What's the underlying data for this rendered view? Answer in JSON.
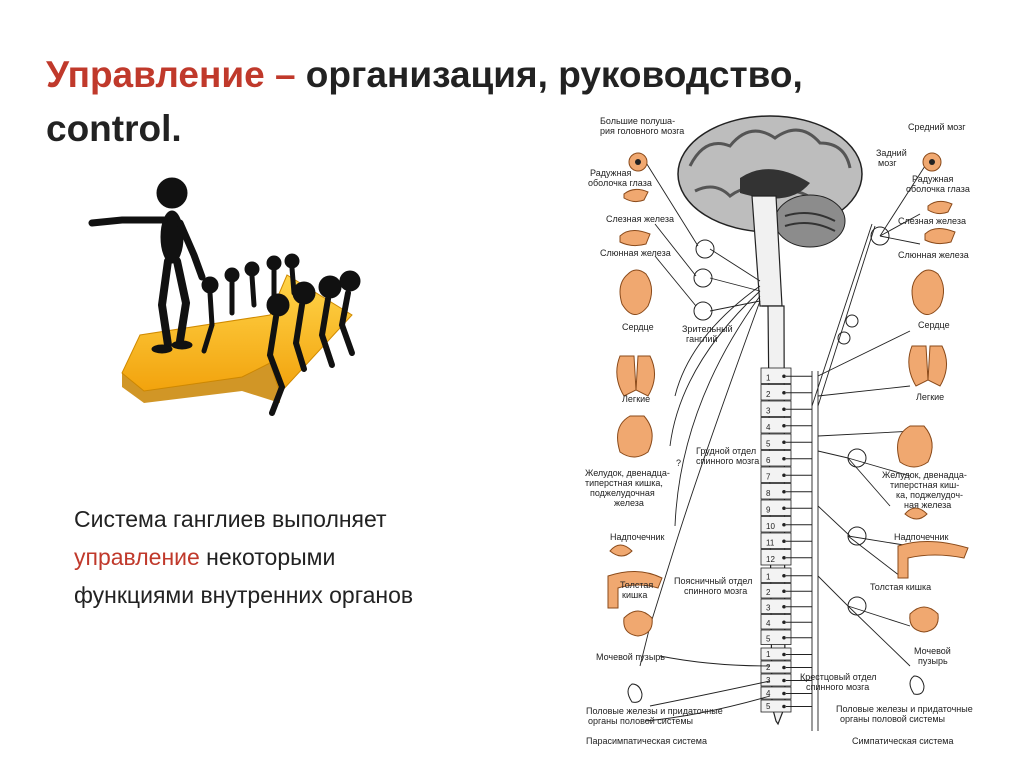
{
  "title": {
    "accent": "Управление –",
    "rest": " организация, руководство, control."
  },
  "caption": {
    "line1": "Система ганглиев выполняет",
    "accent": "управление",
    "line2_rest": " некоторыми",
    "line3": "функциями внутренних органов"
  },
  "diagram": {
    "left_labels": {
      "hemispheres": "Большие полуша-",
      "hemispheres2": "рия головного мозга",
      "iris": "Радужная",
      "iris2": "оболочка глаза",
      "lacrimal": "Слезная железа",
      "salivary": "Слюнная железа",
      "heart": "Сердце",
      "ciliary": "Зрительный",
      "ciliary2": "ганглий",
      "lungs": "Легкие",
      "stomach": "Желудок, двенадца-",
      "stomach2": "типерстная кишка,",
      "stomach3": "поджелудочная",
      "stomach4": "железа",
      "adrenal": "Надпочечник",
      "colon": "Толстая",
      "colon2": "кишка",
      "bladder": "Мочевой пузырь",
      "gonads": "Половые железы и придаточные",
      "gonads2": "органы половой системы",
      "system": "Парасимпатическая система"
    },
    "center_labels": {
      "midbrain": "Средний мозг",
      "hindbrain": "Задний",
      "hindbrain2": "мозг",
      "thoracic": "Грудной отдел",
      "thoracic2": "спинного мозга",
      "lumbar": "Поясничный отдел",
      "lumbar2": "спинного мозга",
      "sacral": "Крестцовый отдел",
      "sacral2": "спинного мозга",
      "question": "?"
    },
    "right_labels": {
      "iris": "Радужная",
      "iris2": "оболочка глаза",
      "lacrimal": "Слезная железа",
      "salivary": "Слюнная железа",
      "heart": "Сердце",
      "lungs": "Легкие",
      "stomach": "Желудок, двенадца-",
      "stomach2": "типерстная киш-",
      "stomach3": "ка, поджелудоч-",
      "stomach4": "ная железа",
      "adrenal": "Надпочечник",
      "colon": "Толстая кишка",
      "bladder": "Мочевой",
      "bladder2": "пузырь",
      "gonads": "Половые железы и придаточные",
      "gonads2": "органы половой системы",
      "system": "Симпатическая система"
    },
    "segments": {
      "thoracic": [
        "1",
        "2",
        "3",
        "4",
        "5",
        "6",
        "7",
        "8",
        "9",
        "10",
        "11",
        "12"
      ],
      "lumbar": [
        "1",
        "2",
        "3",
        "4",
        "5"
      ],
      "sacral": [
        "1",
        "2",
        "3",
        "4",
        "5"
      ]
    }
  }
}
